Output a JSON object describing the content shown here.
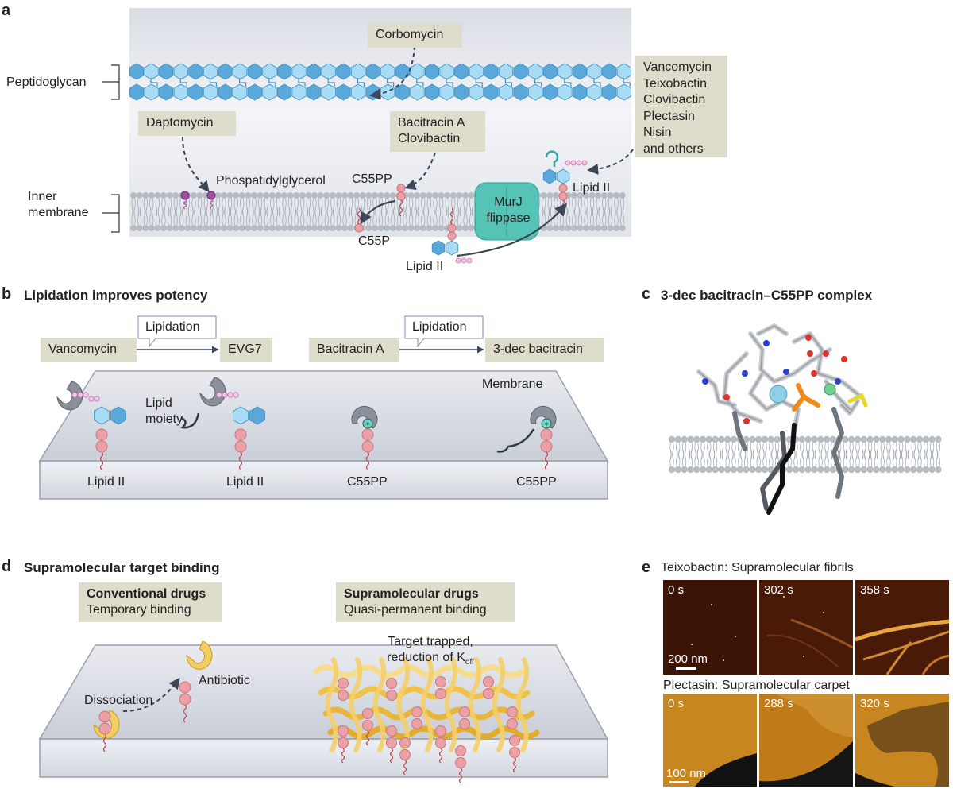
{
  "panel_a": {
    "letter": "a",
    "left_labels": {
      "peptidoglycan": "Peptidoglycan",
      "inner_membrane": "Inner membrane"
    },
    "drug_boxes": {
      "corbomycin": "Corbomycin",
      "daptomycin": "Daptomycin",
      "bacitracin": [
        "Bacitracin A",
        "Clovibactin"
      ],
      "lipid_ii_binders": [
        "Vancomycin",
        "Teixobactin",
        "Clovibactin",
        "Plectasin",
        "Nisin",
        "and others"
      ]
    },
    "labels": {
      "phosphatidylglycerol": "Phospatidylglycerol",
      "c55pp": "C55PP",
      "c55p": "C55P",
      "lipid_ii_top": "Lipid II",
      "lipid_ii_bottom": "Lipid II",
      "murj": [
        "MurJ",
        "flippase"
      ]
    }
  },
  "panel_b": {
    "letter": "b",
    "title": "Lipidation improves potency",
    "boxes": {
      "vancomycin": "Vancomycin",
      "evg7": "EVG7",
      "bacitracin": "Bacitracin A",
      "dec_bacitracin": "3-dec bacitracin"
    },
    "callouts": [
      "Lipidation",
      "Lipidation"
    ],
    "membrane_label": "Membrane",
    "lipid_moiety": [
      "Lipid",
      "moiety"
    ],
    "bottom_labels": [
      "Lipid II",
      "Lipid II",
      "C55PP",
      "C55PP"
    ]
  },
  "panel_c": {
    "letter": "c",
    "title": "3-dec bacitracin–C55PP complex"
  },
  "panel_d": {
    "letter": "d",
    "title": "Supramolecular target binding",
    "conventional": {
      "title": "Conventional drugs",
      "subtitle": "Temporary binding"
    },
    "supramolecular": {
      "title": "Supramolecular drugs",
      "subtitle": "Quasi-permanent binding"
    },
    "antibiotic": "Antibiotic",
    "dissociation": "Dissociation",
    "target_trapped": [
      "Target trapped,",
      "reduction of K"
    ],
    "koff_sub": "off"
  },
  "panel_e": {
    "letter": "e",
    "title_1": "Teixobactin: Supramolecular fibrils",
    "times_1": [
      "0 s",
      "302 s",
      "358 s"
    ],
    "scale_1": "200 nm",
    "title_2": "Plectasin: Supramolecular carpet",
    "times_2": [
      "0 s",
      "288 s",
      "320 s"
    ],
    "scale_2": "100 nm"
  },
  "colors": {
    "tan_box": "#dedccb",
    "hex_dark": "#5ba8da",
    "hex_light": "#a7dcf4",
    "lipid_head": "#eba0a6",
    "membrane_head": "#b7bcc3",
    "murj": "#55c3b6",
    "drug_gray": "#8a909a",
    "antibiotic_yellow": "#f2cd62",
    "afm_red": "#3a1205",
    "afm_gold": "#c4831c"
  }
}
